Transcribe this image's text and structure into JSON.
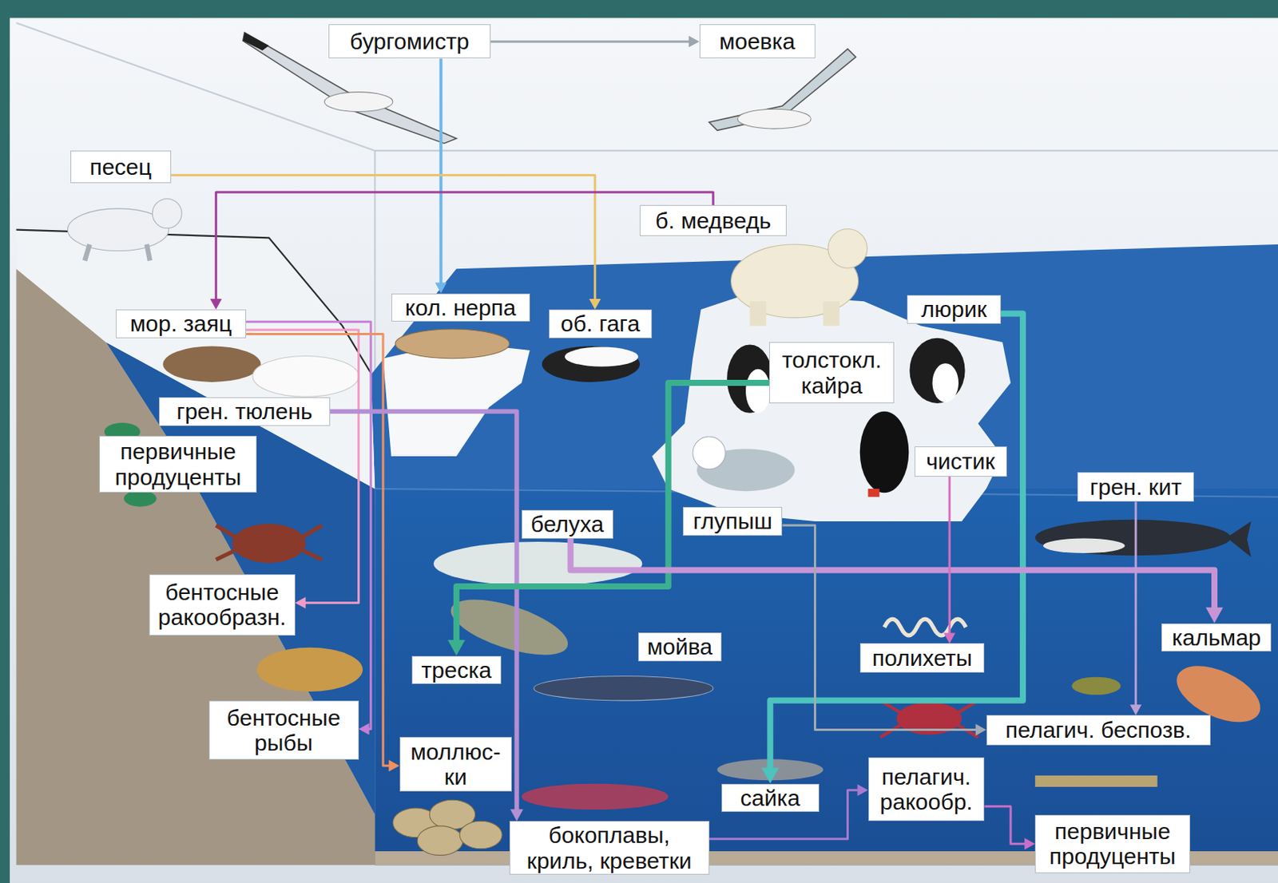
{
  "diagram": {
    "nodes": [
      {
        "text": [
          "бургомистр"
        ]
      },
      {
        "text": [
          "моевка"
        ]
      },
      {
        "text": [
          "песец"
        ]
      },
      {
        "text": [
          "б. медведь"
        ]
      },
      {
        "text": [
          "кол. нерпа"
        ]
      },
      {
        "text": [
          "об. гага"
        ]
      },
      {
        "text": [
          "мор. заяц"
        ]
      },
      {
        "text": [
          "люрик"
        ]
      },
      {
        "text": [
          "толстокл. кайра"
        ]
      },
      {
        "text": [
          "грен. тюлень"
        ]
      },
      {
        "text": [
          "чистик"
        ]
      },
      {
        "text": [
          "первичные продуценты"
        ]
      },
      {
        "text": [
          "грен. кит"
        ]
      },
      {
        "text": [
          "белуха"
        ]
      },
      {
        "text": [
          "глупыш"
        ]
      },
      {
        "text": [
          "бентосные ракообразн."
        ]
      },
      {
        "text": [
          "треска"
        ]
      },
      {
        "text": [
          "мойва"
        ]
      },
      {
        "text": [
          "полихеты"
        ]
      },
      {
        "text": [
          "кальмар"
        ]
      },
      {
        "text": [
          "бентосные рыбы"
        ]
      },
      {
        "text": [
          "пелагич. беспозв."
        ]
      },
      {
        "text": [
          "моллюс- ки"
        ]
      },
      {
        "text": [
          "пелагич. ракообр."
        ]
      },
      {
        "text": [
          "сайка"
        ]
      },
      {
        "text": [
          "первичные продуценты"
        ]
      },
      {
        "text": [
          "бокоплавы, криль, креветки"
        ]
      }
    ],
    "edges": [
      {
        "from": 0,
        "to": 4,
        "arrow": "to"
      },
      {
        "from": 0,
        "to": 1,
        "arrow": "to"
      },
      {
        "from": 2,
        "to": 5,
        "arrow": "to"
      },
      {
        "from": 3,
        "to": 6,
        "arrow": "to"
      },
      {
        "from": 6,
        "to": 15,
        "arrow": "to"
      },
      {
        "from": 6,
        "to": 20,
        "arrow": "to"
      },
      {
        "from": 6,
        "to": 22,
        "arrow": "to"
      },
      {
        "from": 9,
        "to": 26,
        "arrow": "to"
      },
      {
        "from": 8,
        "to": 16,
        "arrow": "to"
      },
      {
        "from": 7,
        "to": 24,
        "arrow": "to"
      },
      {
        "from": 13,
        "to": 19,
        "arrow": "to"
      },
      {
        "from": 10,
        "to": 18,
        "arrow": "to"
      },
      {
        "from": 14,
        "to": 21,
        "arrow": "to"
      },
      {
        "from": 26,
        "to": 23,
        "arrow": "to"
      },
      {
        "from": 23,
        "to": 25,
        "arrow": "to"
      },
      {
        "from": 12,
        "to": 21,
        "arrow": "to"
      }
    ]
  }
}
